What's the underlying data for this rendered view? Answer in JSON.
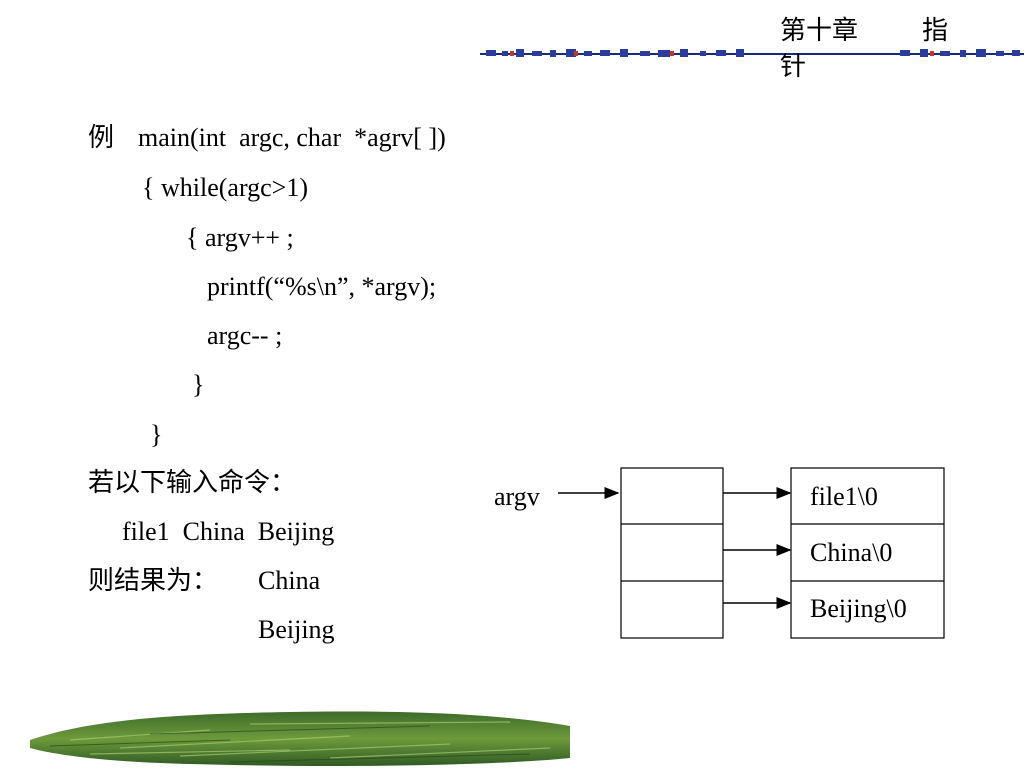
{
  "header": {
    "chapter": "第十章",
    "topic_1": "指",
    "topic_2": "针"
  },
  "code": {
    "example_label": "例",
    "line1": "main(int  argc, char  *agrv[ ])",
    "line2": "{ while(argc>1)",
    "line3": "{ argv++ ;",
    "line4": "printf(“%s\\n”, *argv);",
    "line5": "argc-- ;",
    "line6": "}",
    "line7": "}"
  },
  "input": {
    "prompt": "若以下输入命令：",
    "command": "file1  China  Beijing"
  },
  "result": {
    "label": "则结果为：",
    "line1": "China",
    "line2": "Beijing"
  },
  "diagram": {
    "pointer_label": "argv",
    "strings": [
      "file1\\0",
      "China\\0",
      "Beijing\\0"
    ]
  }
}
